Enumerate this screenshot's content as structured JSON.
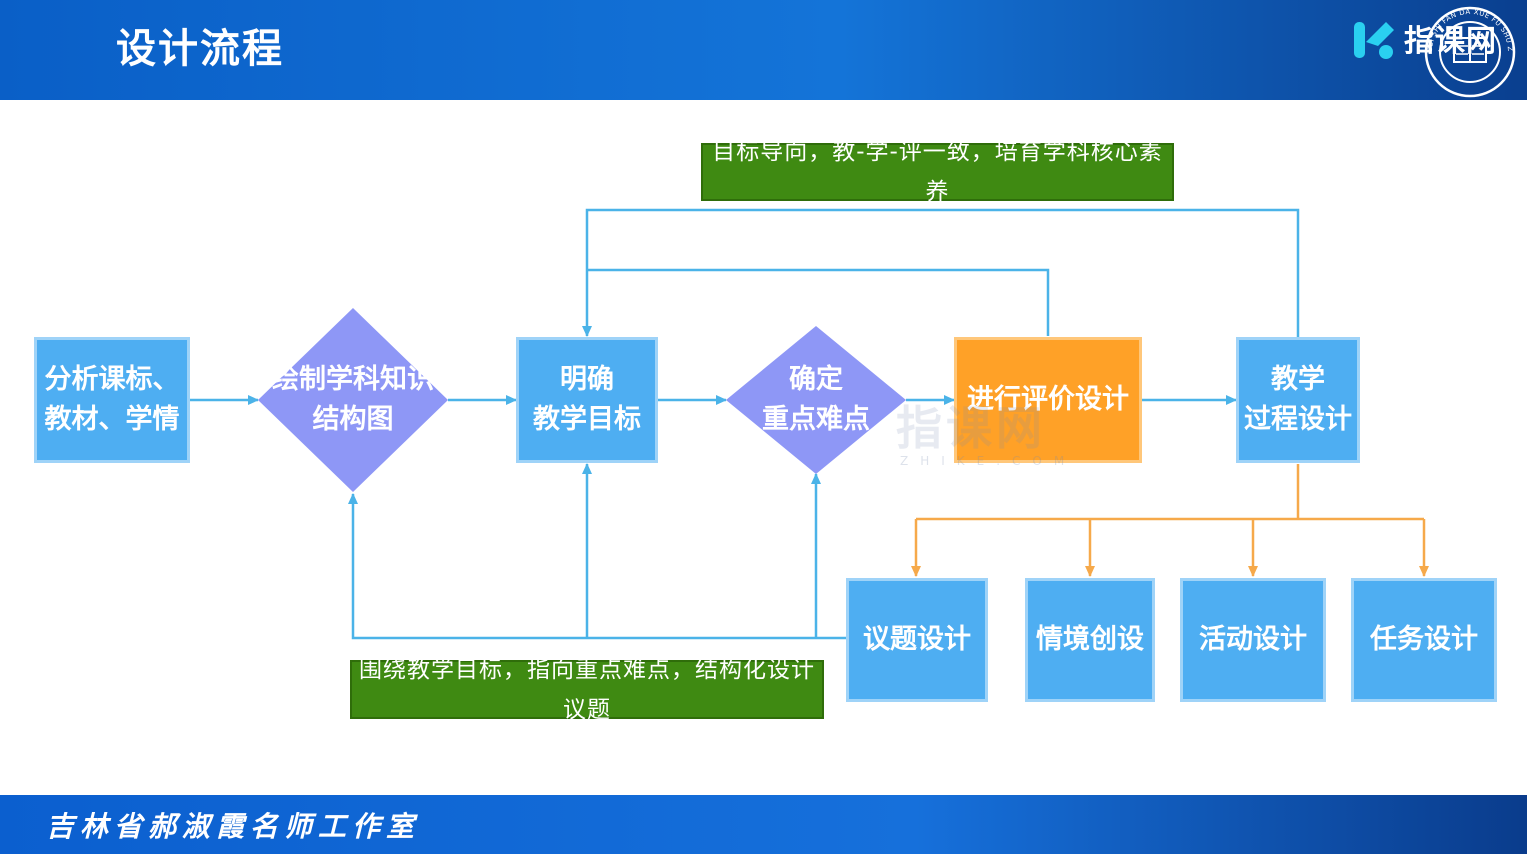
{
  "header": {
    "title": "设计流程",
    "brand_name": "指课网",
    "seal_text": "BEI SHI FAN DA XUE FU SHU ZHONG XUE"
  },
  "diagram": {
    "nodes": {
      "analyze": "分析课标、\n教材、学情",
      "knowledge_map": "绘制学科知识\n结构图",
      "goals": "明确\n教学目标",
      "key_points": "确定\n重点难点",
      "evaluation": "进行评价设计",
      "process": "教学\n过程设计",
      "topic": "议题设计",
      "scenario": "情境创设",
      "activity": "活动设计",
      "task": "任务设计"
    },
    "banners": {
      "top": "目标导向，教-学-评一致，培育学科核心素养",
      "bottom": "围绕教学目标，指向重点难点，结构化设计议题"
    }
  },
  "watermark": {
    "text": "指课网",
    "sub": "ZHIKE.COM"
  },
  "footer": {
    "text": "吉林省郝淑霞名师工作室"
  },
  "colors": {
    "header_blue": "#1474d8",
    "node_blue": "#4eaef2",
    "diamond_purple": "#8e97f6",
    "node_orange": "#ffa127",
    "banner_green": "#3f8a12",
    "arrow_blue": "#4bb3e8",
    "arrow_orange": "#f6a94a"
  }
}
